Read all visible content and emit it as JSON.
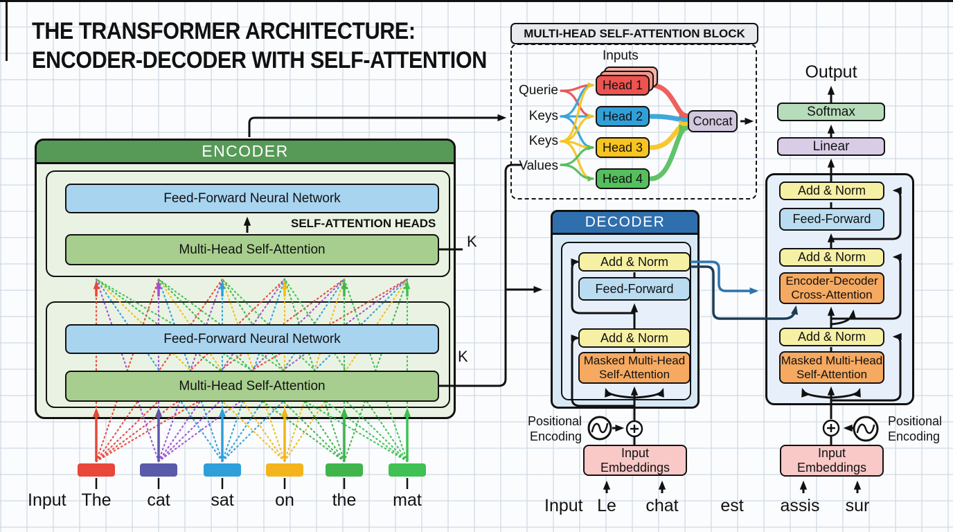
{
  "title": {
    "line1": "THE TRANSFORMER ARCHITECTURE:",
    "line2": "ENCODER-DECODER WITH SELF-ATTENTION"
  },
  "colors": {
    "black_line": "#111111",
    "blue_connector": "#2e74ae",
    "navy_connector": "#1c3c55",
    "encoder_header": "#579a58",
    "encoder_body": "#eaf3e3",
    "ffnn_blue": "#a8d4f0",
    "mhsa_green": "#a7ce8e",
    "decoder_header": "#306fad",
    "decoder_body": "#d8e9f6",
    "decoder_inner": "#e7f0fa",
    "add_norm_yellow": "#f6f0a4",
    "feed_forward_blue": "#badcf0",
    "attention_orange": "#f5a961",
    "embeddings_pink": "#f8c9c7",
    "softmax_green": "#b6dcbb",
    "linear_lavender": "#d8cce6",
    "concat_lavender": "#d2c8dd",
    "block_header_gray": "#e9eaee",
    "head1_stack": [
      "#f6b3a6",
      "#f2988c"
    ]
  },
  "encoder": {
    "header": "ENCODER",
    "ffnn_label": "Feed-Forward Neural Network",
    "mhsa_label": "Multi-Head Self-Attention",
    "self_attention_heads_label": "SELF-ATTENTION HEADS",
    "k_label": "K",
    "input_label": "Input",
    "tokens": [
      {
        "text": "The",
        "color": "#e8473a",
        "fan": "#e8473a"
      },
      {
        "text": "cat",
        "color": "#5a5aaa",
        "fan": "#a04ed2"
      },
      {
        "text": "sat",
        "color": "#2d9fd9",
        "fan": "#2d9fd9"
      },
      {
        "text": "on",
        "color": "#f3b51b",
        "fan": "#f0bc1c"
      },
      {
        "text": "the",
        "color": "#3fb54b",
        "fan": "#3fb54b"
      },
      {
        "text": "mat",
        "color": "#3fc153",
        "fan": "#3fc153"
      }
    ]
  },
  "attention_block": {
    "header": "MULTI-HEAD SELF-ATTENTION BLOCK",
    "inputs_label": "Inputs",
    "input_labels": [
      {
        "text": "Querie",
        "color": "#e95352"
      },
      {
        "text": "Keys",
        "color": "#34a3da"
      },
      {
        "text": "Keys",
        "color": "#f6c51f"
      },
      {
        "text": "Values",
        "color": "#52bd5b"
      }
    ],
    "heads": [
      {
        "label": "Head 1",
        "color": "#ee5350"
      },
      {
        "label": "Head 2",
        "color": "#31a0d8"
      },
      {
        "label": "Head 3",
        "color": "#f8c420"
      },
      {
        "label": "Head 4",
        "color": "#55bf5d"
      }
    ],
    "concat_label": "Concat"
  },
  "decoder": {
    "header": "DECODER",
    "add_norm": "Add & Norm",
    "feed_forward": "Feed-Forward",
    "masked_mhsa": "Masked Multi-Head Self-Attention",
    "positional_encoding": "Positional Encoding",
    "input_embeddings": "Input Embeddings",
    "input_label": "Input",
    "tokens": [
      "Le",
      "chat",
      "est"
    ]
  },
  "output_stack": {
    "output_label": "Output",
    "softmax": "Softmax",
    "linear": "Linear",
    "add_norm": "Add & Norm",
    "feed_forward": "Feed-Forward",
    "cross_attention": "Encoder-Decoder Cross-Attention",
    "masked_mhsa": "Masked Multi-Head Self-Attention",
    "positional_encoding": "Positional Encoding",
    "input_embeddings": "Input Embeddings",
    "tokens": [
      "assis",
      "sur"
    ]
  }
}
